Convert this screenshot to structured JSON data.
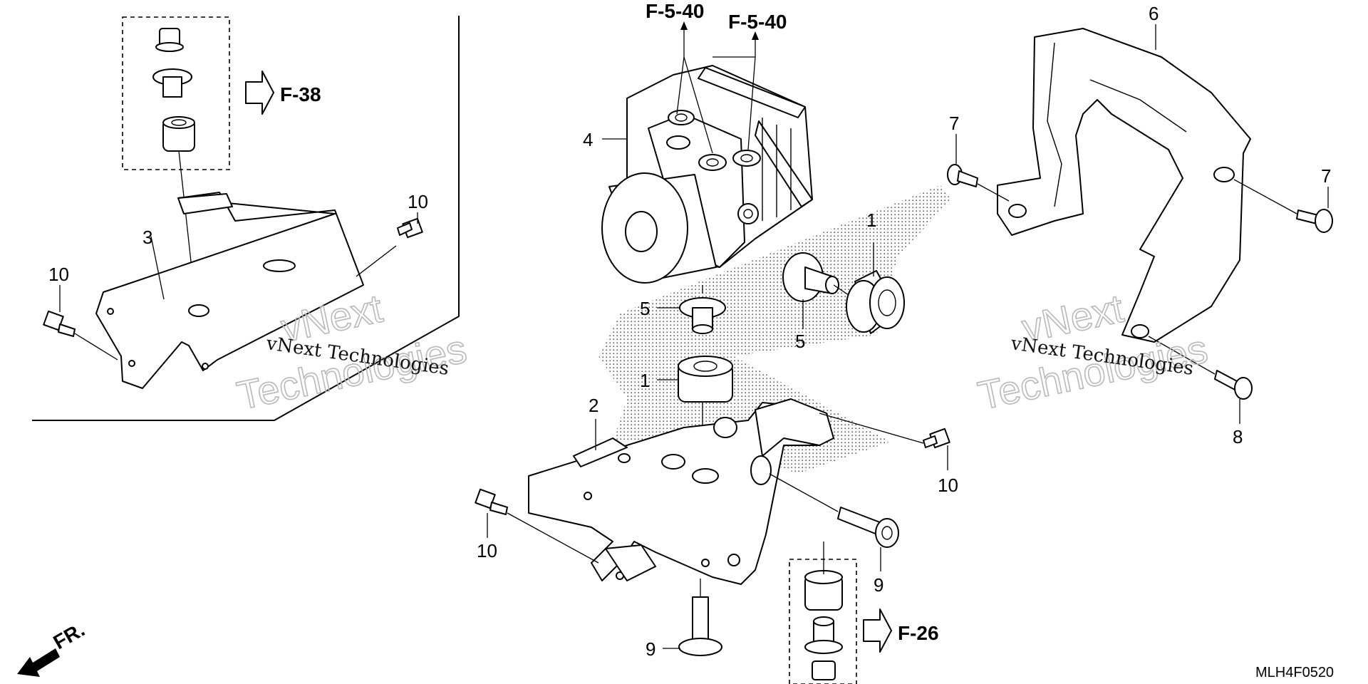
{
  "refs": {
    "f38": "F-38",
    "f540_a": "F-5-40",
    "f540_b": "F-5-40",
    "f26": "F-26"
  },
  "labels": {
    "p1_a": "1",
    "p1_b": "1",
    "p2": "2",
    "p3": "3",
    "p4": "4",
    "p5_a": "5",
    "p5_b": "5",
    "p6": "6",
    "p7_a": "7",
    "p7_b": "7",
    "p8": "8",
    "p9_a": "9",
    "p9_b": "9",
    "p10_a": "10",
    "p10_b": "10",
    "p10_c": "10",
    "p10_d": "10"
  },
  "front_marker": "FR.",
  "diagram_code": "MLH4F0520",
  "watermark": {
    "line1": "vNext",
    "line2": "Technologies",
    "caption": "vNext Technologies"
  },
  "icons": [
    "front-arrow-icon",
    "reference-arrow-icon"
  ]
}
